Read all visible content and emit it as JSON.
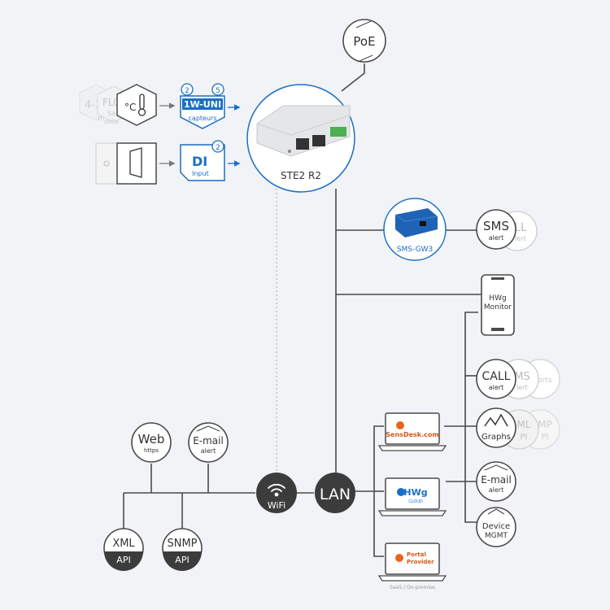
{
  "colors": {
    "accent": "#1a6fc4",
    "line": "#4a4a4a",
    "dark_node": "#3c3c3c",
    "ghost": "#b0b0b0",
    "background": "#f1f3f6"
  },
  "device": {
    "label": "STE2 R2"
  },
  "poe": {
    "label": "PoE"
  },
  "sensors": {
    "ghost_labels": [
      "4-2",
      "m",
      "FLO",
      "Sa",
      "dete"
    ],
    "temp_label": "°C",
    "onewire_badge_left": "2",
    "onewire_badge_right": "5",
    "onewire_title": "1W-UNI",
    "onewire_subtitle": "capteurs",
    "di_badge": "2",
    "di_title": "DI",
    "di_subtitle": "Input"
  },
  "sms_gw": {
    "label": "SMS-GW3",
    "sms_title": "SMS",
    "sms_sub": "alert",
    "ghost_title": "LL",
    "ghost_sub": "lert"
  },
  "hwg_monitor": {
    "line1": "HWg",
    "line2": "Monitor"
  },
  "right_nodes": {
    "call_title": "CALL",
    "call_sub": "alert",
    "ghost_ms": "MS",
    "ghost_ert": "lert",
    "ghost_ports": "orts",
    "graphs_title": "Graphs",
    "ghost_ml": "ML",
    "ghost_pi": "PI",
    "ghost_mp": "MP",
    "ghost_pi2": "PI",
    "email_title": "E-mail",
    "email_sub": "alert",
    "device_title": "Device",
    "device_sub": "MGMT"
  },
  "laptops": {
    "sensdesk_label": "SensDesk.com",
    "hwg_cloud_label": "HWg",
    "hwg_cloud_sub": "CLOUD",
    "portal_line1": "Portal",
    "portal_line2": "Provider",
    "caption": "SaaS / On-premise"
  },
  "left_nodes": {
    "web_title": "Web",
    "web_sub": "https",
    "email_title": "E-mail",
    "email_sub": "alert",
    "xml_title": "XML",
    "xml_sub": "API",
    "snmp_title": "SNMP",
    "snmp_sub": "API"
  },
  "hubs": {
    "wifi_label": "WiFi",
    "lan_label": "LAN"
  }
}
